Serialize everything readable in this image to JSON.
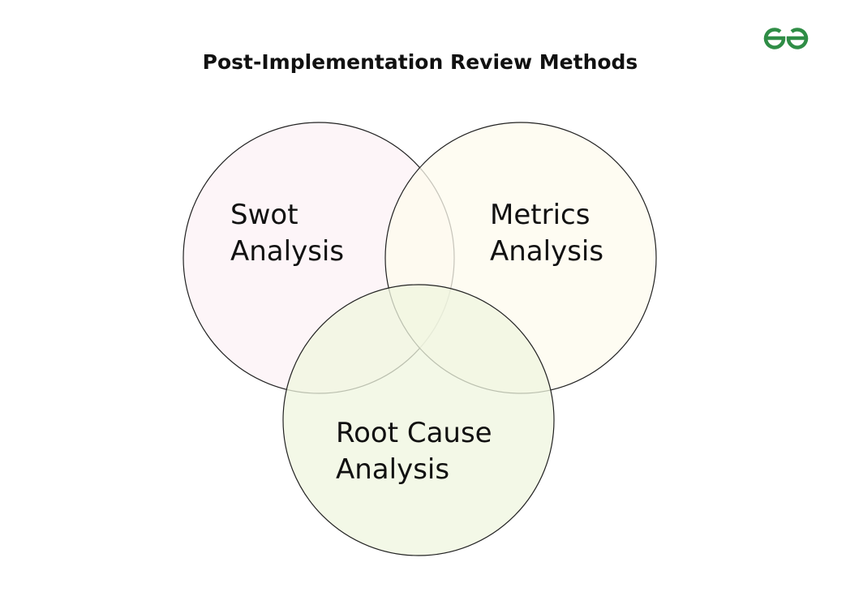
{
  "title": "Post-Implementation Review Methods",
  "logo": {
    "icon": "geeksforgeeks-logo-icon",
    "color": "#2f8d46"
  },
  "sets": [
    {
      "id": "swot",
      "line1": "Swot",
      "line2": "Analysis",
      "fill": "#fcf1f5"
    },
    {
      "id": "metrics",
      "line1": "Metrics",
      "line2": "Analysis",
      "fill": "#fdfbee"
    },
    {
      "id": "root-cause",
      "line1": "Root Cause",
      "line2": "Analysis",
      "fill": "#eff5df"
    }
  ],
  "outline_color": "#222222"
}
